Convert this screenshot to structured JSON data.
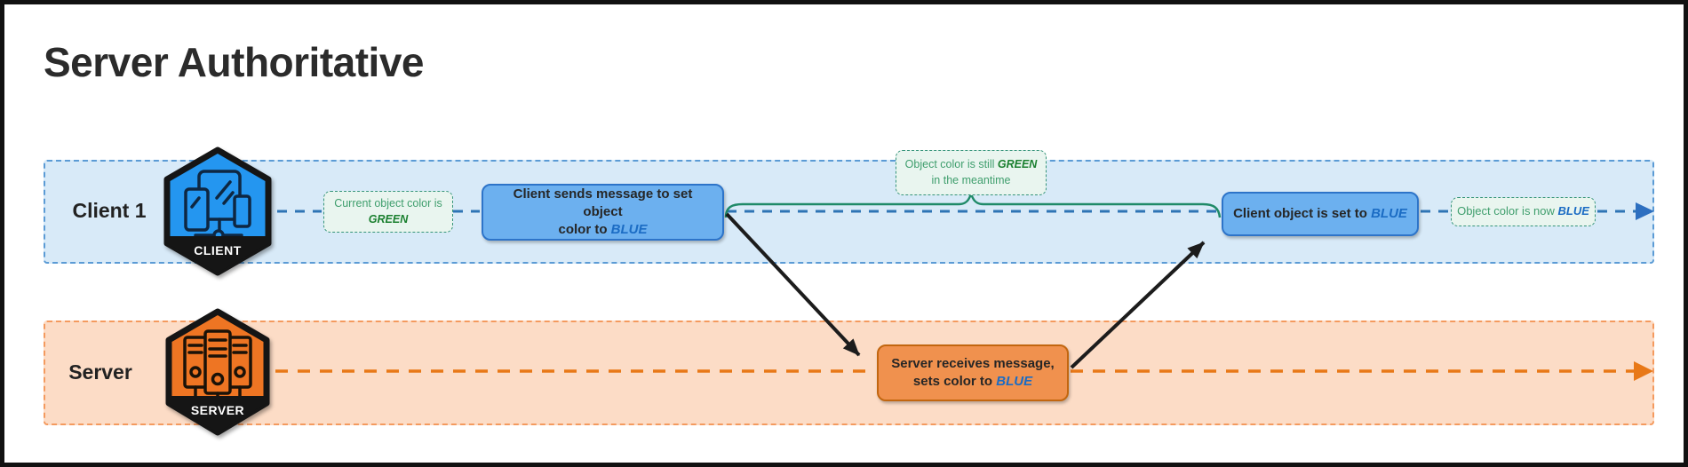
{
  "title": "Server Authoritative",
  "client_lane": {
    "label": "Client 1",
    "badge": "CLIENT",
    "note_current": {
      "text": "Current object color is",
      "highlight": "GREEN"
    },
    "box_send": {
      "line1": "Client sends message to set object",
      "line2_prefix": "color to ",
      "highlight": "BLUE"
    },
    "note_meantime": {
      "line1_prefix": "Object color is still ",
      "highlight": "GREEN",
      "line2": "in the meantime"
    },
    "box_set": {
      "prefix": "Client object is set to ",
      "highlight": "BLUE"
    },
    "note_now": {
      "prefix": "Object color is now ",
      "highlight": "BLUE"
    }
  },
  "server_lane": {
    "label": "Server",
    "badge": "SERVER",
    "box_receive": {
      "line1": "Server receives message,",
      "line2_prefix": "sets color to ",
      "highlight": "BLUE"
    }
  },
  "colors": {
    "client_lane_bg": "#d8eaf8",
    "client_lane_border": "#5b9bd5",
    "client_box_fill": "#6cb0ef",
    "client_box_border": "#2d74c9",
    "client_hexagon": "#2496f0",
    "timeline_blue": "#2e74b5",
    "arrowhead_blue": "#2d6fc0",
    "server_lane_bg": "#fcdcc6",
    "server_lane_border": "#f49a5e",
    "server_box_fill": "#f0914e",
    "server_box_border": "#c2660f",
    "server_hexagon": "#ee7523",
    "timeline_orange": "#e87817",
    "note_bg": "#e9f5ef",
    "note_border": "#35947a",
    "note_text_green": "#3f9e6d",
    "green_strong": "#1b8030",
    "blue_strong": "#1b6cc4",
    "brace_green": "#1f8a68",
    "message_arrow_black": "#1c1c1c",
    "title_text": "#2b2b2b"
  }
}
